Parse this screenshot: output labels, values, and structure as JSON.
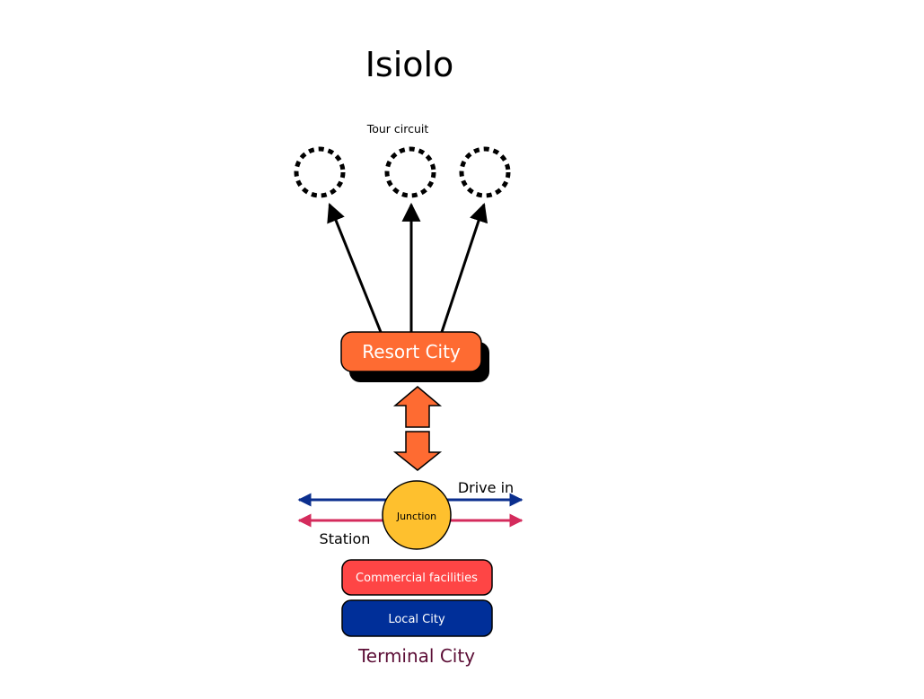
{
  "title": "Isiolo",
  "tour_label": "Tour circuit",
  "resort_label": "Resort City",
  "junction_label": "Junction",
  "drive_in_label": "Drive in",
  "station_label": "Station",
  "commercial_label": "Commercial facilities",
  "local_label": "Local City",
  "terminal_label": "Terminal City",
  "colors": {
    "orange": "#fe6b32",
    "junction": "#fec02e",
    "blue_line": "#0b2f8e",
    "pink_line": "#d42b5c",
    "commercial": "#fe4545",
    "local": "#002f99",
    "terminal": "#5c0e36"
  }
}
